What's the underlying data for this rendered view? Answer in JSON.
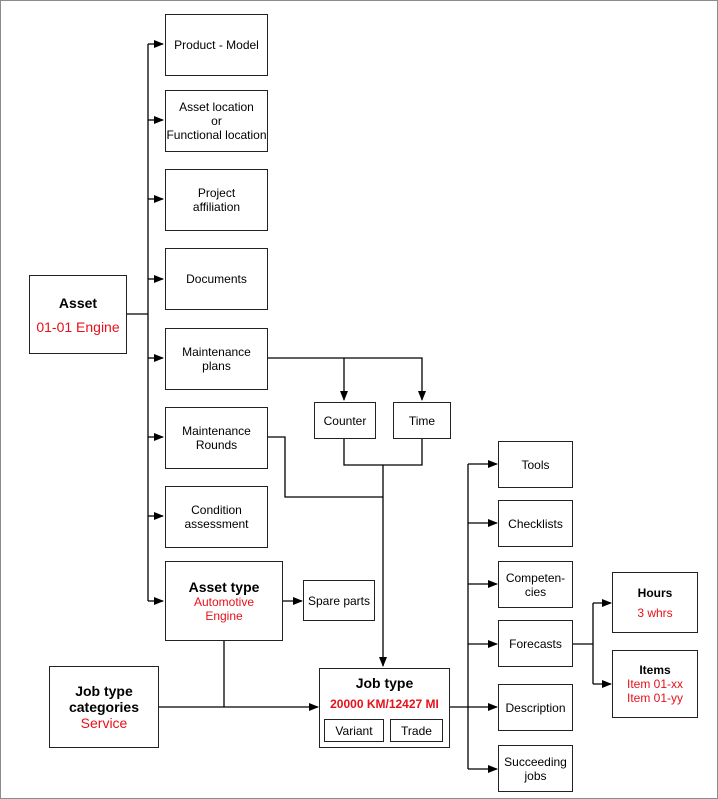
{
  "colors": {
    "accent": "#e8101a",
    "line": "#000000",
    "border": "#222222"
  },
  "asset": {
    "title": "Asset",
    "value": "01-01 Engine"
  },
  "attributes": {
    "product_model": "Product - Model",
    "location": [
      "Asset location",
      "or",
      "Functional location"
    ],
    "project": [
      "Project",
      "affiliation"
    ],
    "documents": "Documents",
    "maintenance_plans": [
      "Maintenance",
      "plans"
    ],
    "maintenance_rounds": [
      "Maintenance",
      "Rounds"
    ],
    "condition": [
      "Condition",
      "assessment"
    ]
  },
  "asset_type": {
    "title": "Asset type",
    "value": [
      "Automotive",
      "Engine"
    ]
  },
  "spare_parts": "Spare parts",
  "counter": "Counter",
  "time": "Time",
  "job_type_categories": {
    "title": [
      "Job type",
      "categories"
    ],
    "value": "Service"
  },
  "job_type": {
    "title": "Job type",
    "value": "20000 KM/12427 MI",
    "variant": "Variant",
    "trade": "Trade"
  },
  "job_details": {
    "tools": "Tools",
    "checklists": "Checklists",
    "competencies": [
      "Competen-",
      "cies"
    ],
    "forecasts": "Forecasts",
    "description": "Description",
    "succeeding": [
      "Succeeding",
      "jobs"
    ]
  },
  "hours": {
    "title": "Hours",
    "value": "3 whrs"
  },
  "items": {
    "title": "Items",
    "values": [
      "Item 01-xx",
      "Item 01-yy"
    ]
  }
}
